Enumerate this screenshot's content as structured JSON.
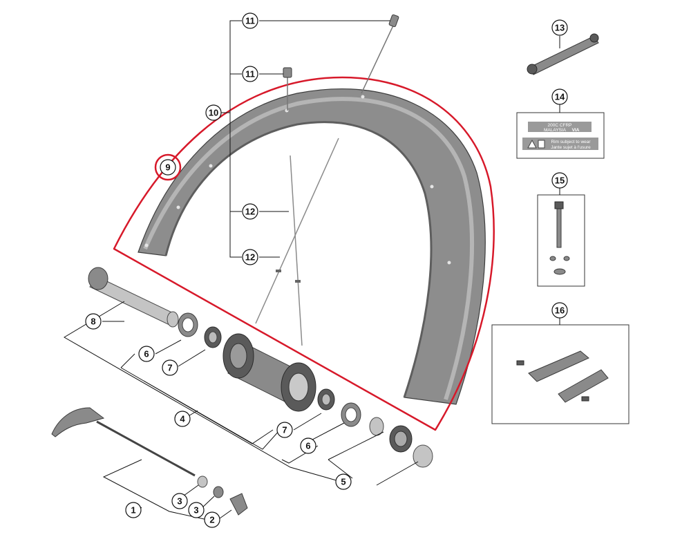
{
  "callouts": {
    "c1": "1",
    "c2": "2",
    "c3a": "3",
    "c3b": "3",
    "c4": "4",
    "c5": "5",
    "c6a": "6",
    "c6b": "6",
    "c7a": "7",
    "c7b": "7",
    "c8": "8",
    "c9": "9",
    "c10": "10",
    "c11a": "11",
    "c11b": "11",
    "c12a": "12",
    "c12b": "12",
    "c13": "13",
    "c14": "14",
    "c15": "15",
    "c16": "16"
  },
  "sticker": {
    "line1": "200C CFRP",
    "line2": "MALAYSIA",
    "brand": "VIA",
    "warn1": "Rim subject to wear",
    "warn2": "Jante sujet à l'usure"
  },
  "colors": {
    "highlight": "#d7192a",
    "part": "#8a8a8a"
  }
}
